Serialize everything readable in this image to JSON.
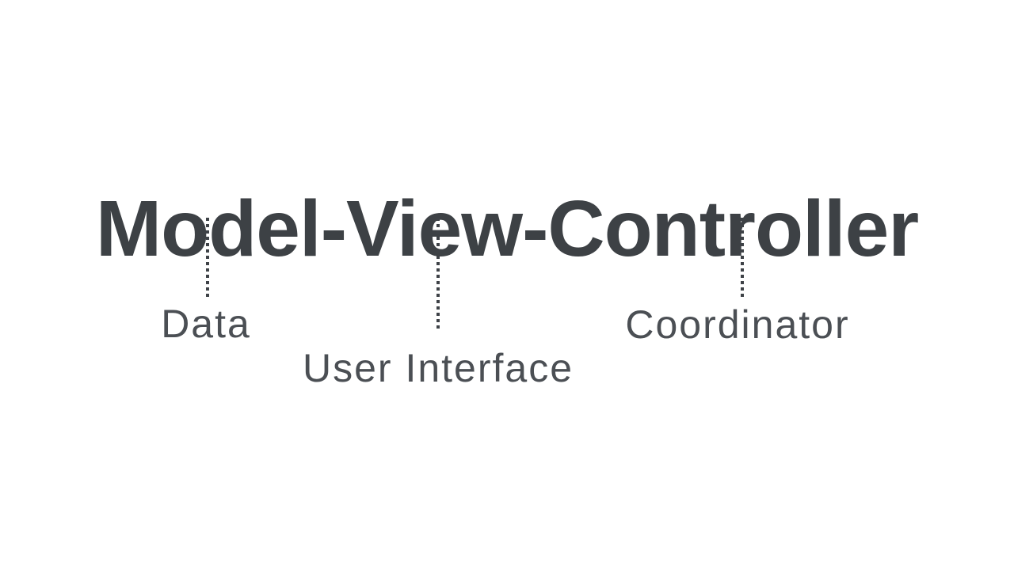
{
  "slide": {
    "background_color": "#ffffff",
    "title": "Model-View-Controller",
    "title_color": "#3d4145",
    "label_color": "#4b4f54",
    "connector_color": "#3e4247",
    "components": [
      {
        "id": "model",
        "label": "Data"
      },
      {
        "id": "view",
        "label": "User Interface"
      },
      {
        "id": "controller",
        "label": "Coordinator"
      }
    ]
  }
}
